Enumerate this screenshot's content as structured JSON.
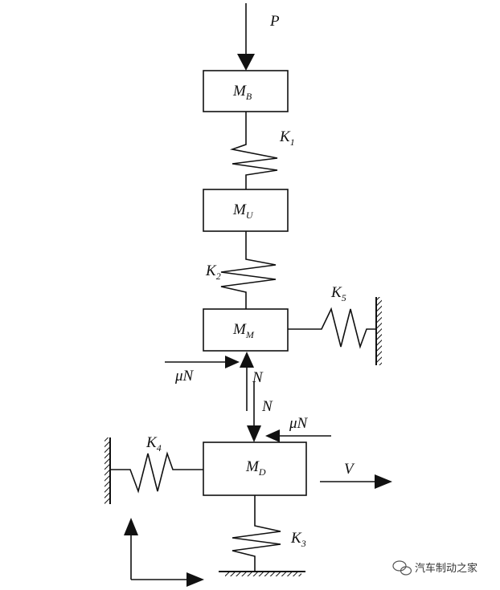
{
  "labels": {
    "force_P": "P",
    "mass_B": {
      "main": "M",
      "sub": "B"
    },
    "mass_U": {
      "main": "M",
      "sub": "U"
    },
    "mass_M": {
      "main": "M",
      "sub": "M"
    },
    "mass_D": {
      "main": "M",
      "sub": "D"
    },
    "spring_K1": {
      "main": "K",
      "sub": "1"
    },
    "spring_K2": {
      "main": "K",
      "sub": "2"
    },
    "spring_K3": {
      "main": "K",
      "sub": "3"
    },
    "spring_K4": {
      "main": "K",
      "sub": "4"
    },
    "spring_K5": {
      "main": "K",
      "sub": "5"
    },
    "friction_upper": "μN",
    "friction_lower": "μN",
    "normal_up": "N",
    "normal_down": "N",
    "velocity": "V"
  },
  "watermark": {
    "text": "汽车制动之家",
    "icon": "wechat-logo-icon"
  },
  "colors": {
    "stroke": "#111111",
    "background": "#ffffff"
  }
}
